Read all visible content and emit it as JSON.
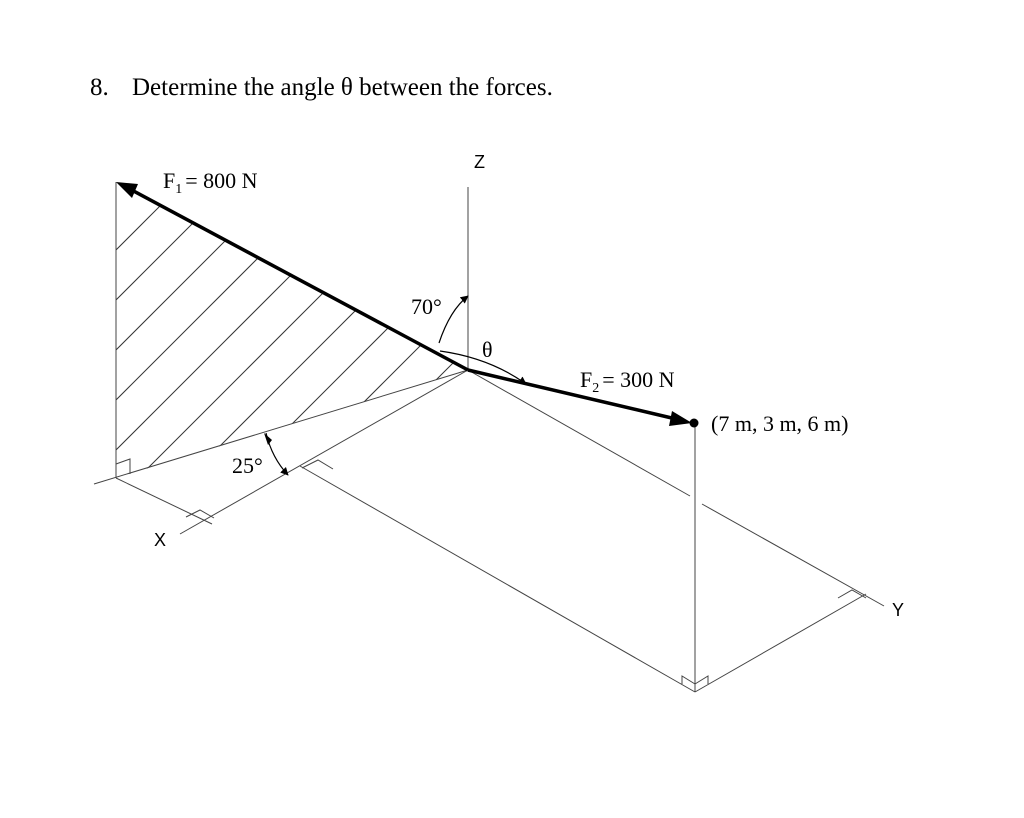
{
  "problem": {
    "number": "8.",
    "text": "Determine the angle θ between the forces."
  },
  "diagram": {
    "axes": {
      "z": "Z",
      "x": "X",
      "y": "Y"
    },
    "forces": {
      "f1": {
        "symbol": "F",
        "subscript": "1",
        "magnitude": "= 800 N"
      },
      "f2": {
        "symbol": "F",
        "subscript": "2",
        "magnitude": "= 300 N"
      }
    },
    "angles": {
      "a70": "70°",
      "a25": "25°",
      "theta": "θ"
    },
    "point_coordinates": "(7 m, 3 m, 6 m)"
  }
}
